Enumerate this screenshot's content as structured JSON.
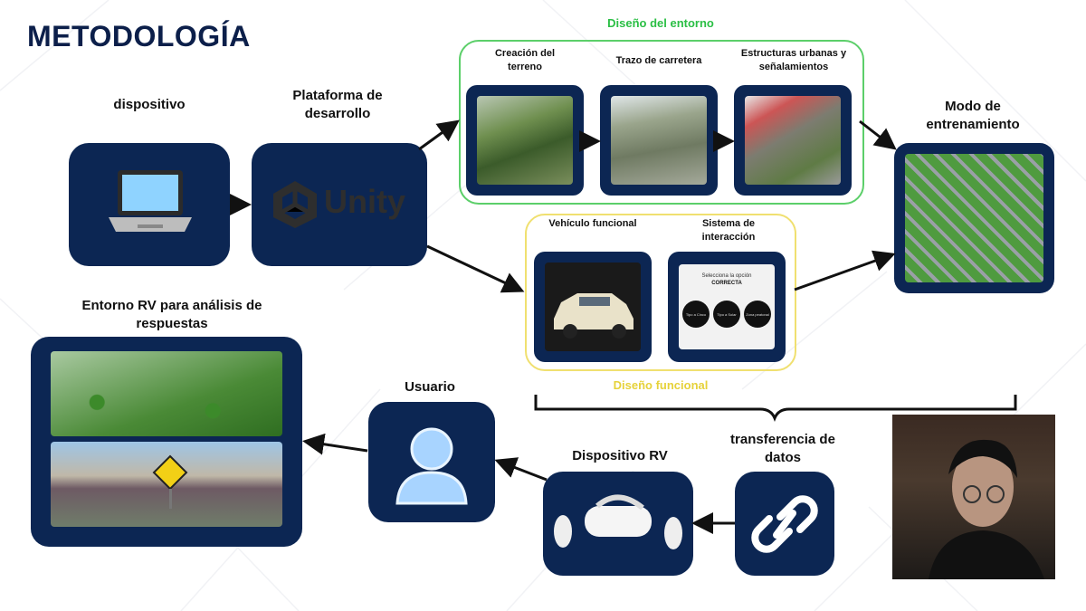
{
  "title": "METODOLOGÍA",
  "nodes": {
    "dispositivo": "dispositivo",
    "plataforma": "Plataforma de desarrollo",
    "unity": "Unity",
    "diseno_entorno": "Diseño del entorno",
    "creacion_terreno": "Creación del terreno",
    "trazo_carretera": "Trazo de carretera",
    "estructuras": "Estructuras urbanas y señalamientos",
    "modo_entrenamiento": "Modo de entrenamiento",
    "vehiculo": "Vehículo funcional",
    "sistema": "Sistema de interacción",
    "selecciona": "Selecciona la opción",
    "correcta": "CORRECTA",
    "opcion1": "Tipo a Cinco",
    "opcion2": "Tipo a Solar",
    "opcion3": "Zona peatonal",
    "diseno_funcional": "Diseño funcional",
    "entorno_rv": "Entorno RV para análisis de respuestas",
    "usuario": "Usuario",
    "dispositivo_rv": "Dispositivo RV",
    "transferencia": "transferencia de datos"
  },
  "colors": {
    "navy": "#0c2653",
    "green": "#5ccf6a",
    "yellow": "#f0e070",
    "green_text": "#2bbf45",
    "yellow_text": "#e6d23a"
  },
  "icons": [
    "laptop-icon",
    "unity-logo-icon",
    "user-icon",
    "vr-headset-icon",
    "link-icon"
  ]
}
